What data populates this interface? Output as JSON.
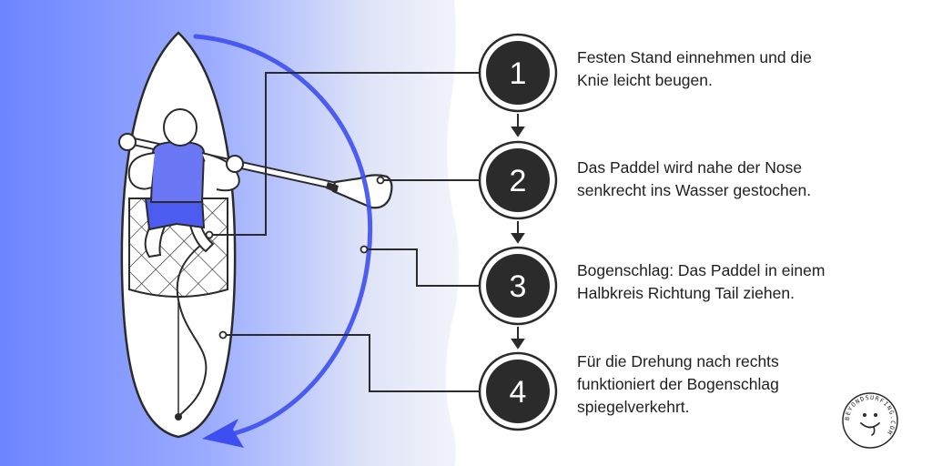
{
  "steps": [
    {
      "number": "1",
      "text": "Festen Stand einnehmen und die\nKnie leicht beugen."
    },
    {
      "number": "2",
      "text": "Das Paddel wird nahe der Nose\nsenkrecht ins Wasser gestochen."
    },
    {
      "number": "3",
      "text": "Bogenschlag: Das Paddel in einem\nHalbkreis Richtung Tail ziehen."
    },
    {
      "number": "4",
      "text": "Für die Drehung nach rechts\nfunktioniert der Bogenschlag\nspiegelverkehrt."
    }
  ],
  "logo": {
    "text": "BEYONDSURFING.COM"
  },
  "colors": {
    "water_left": "#6f86ff",
    "arrow": "#3d4ff0",
    "vest": "#5a66f2",
    "circle_fill": "#2b2b2b",
    "line": "#2b2b2b"
  }
}
